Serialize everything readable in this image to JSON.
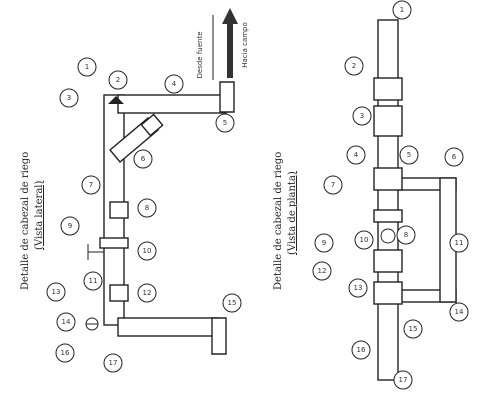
{
  "titles": {
    "left_title": "Detalle de cabezal de riego",
    "left_sub": "(Vista lateral)",
    "right_title": "Detalle de cabezal de riego",
    "right_sub": "(Vista de planta)"
  },
  "arrow_text": {
    "to_field": "Hacia campo",
    "from_source": "Desde fuente"
  },
  "left_callouts": [
    "1",
    "2",
    "3",
    "4",
    "5",
    "6",
    "7",
    "8",
    "9",
    "10",
    "11",
    "12",
    "13",
    "14",
    "15",
    "16",
    "17"
  ],
  "right_callouts": [
    "1",
    "2",
    "3",
    "4",
    "5",
    "6",
    "7",
    "8",
    "9",
    "10",
    "11",
    "12",
    "13",
    "14",
    "15",
    "16",
    "17"
  ]
}
